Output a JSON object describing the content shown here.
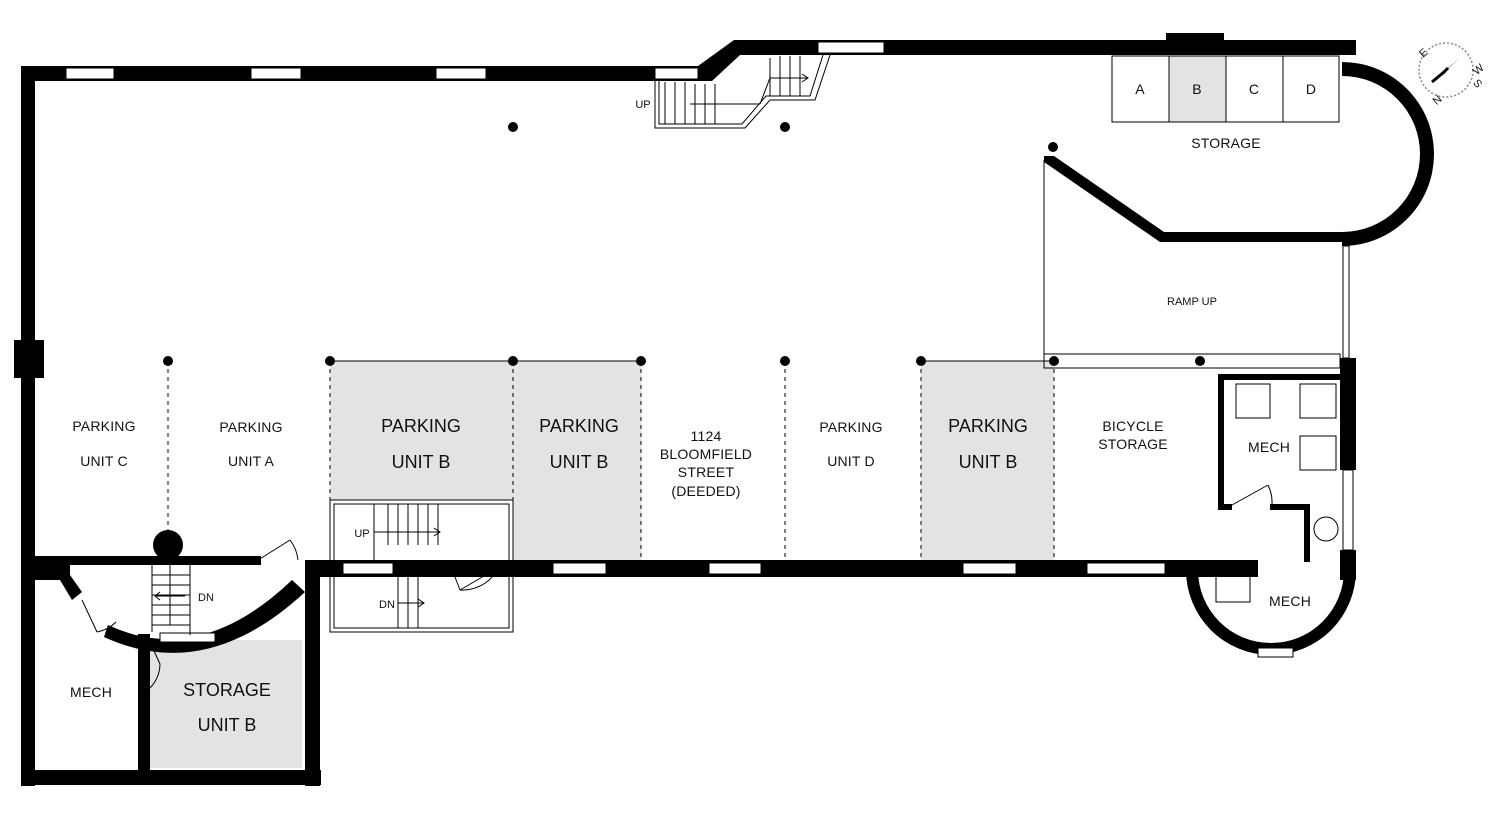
{
  "rooms": {
    "parking_c": [
      "PARKING",
      "UNIT C"
    ],
    "parking_a": [
      "PARKING",
      "UNIT A"
    ],
    "parking_b1": [
      "PARKING",
      "UNIT B"
    ],
    "parking_b2": [
      "PARKING",
      "UNIT B"
    ],
    "address": [
      "1124",
      "BLOOMFIELD",
      "STREET",
      "(DEEDED)"
    ],
    "parking_d": [
      "PARKING",
      "UNIT D"
    ],
    "parking_b3": [
      "PARKING",
      "UNIT B"
    ],
    "bicycle": [
      "BICYCLE",
      "STORAGE"
    ],
    "mech_right": "MECH",
    "mech_bottom_right": "MECH",
    "mech_left": "MECH",
    "storage_b": [
      "STORAGE",
      "UNIT B"
    ],
    "storage_top": "STORAGE",
    "ramp": "RAMP UP"
  },
  "storage_lockers": [
    "A",
    "B",
    "C",
    "D"
  ],
  "stair_labels": {
    "top_up": "UP",
    "mid_up": "UP",
    "mid_dn": "DN",
    "left_dn": "DN"
  },
  "compass": {
    "letters": [
      "E",
      "S",
      "W",
      "N"
    ]
  },
  "colors": {
    "wall": "#000000",
    "highlight": "#e3e3e3"
  }
}
